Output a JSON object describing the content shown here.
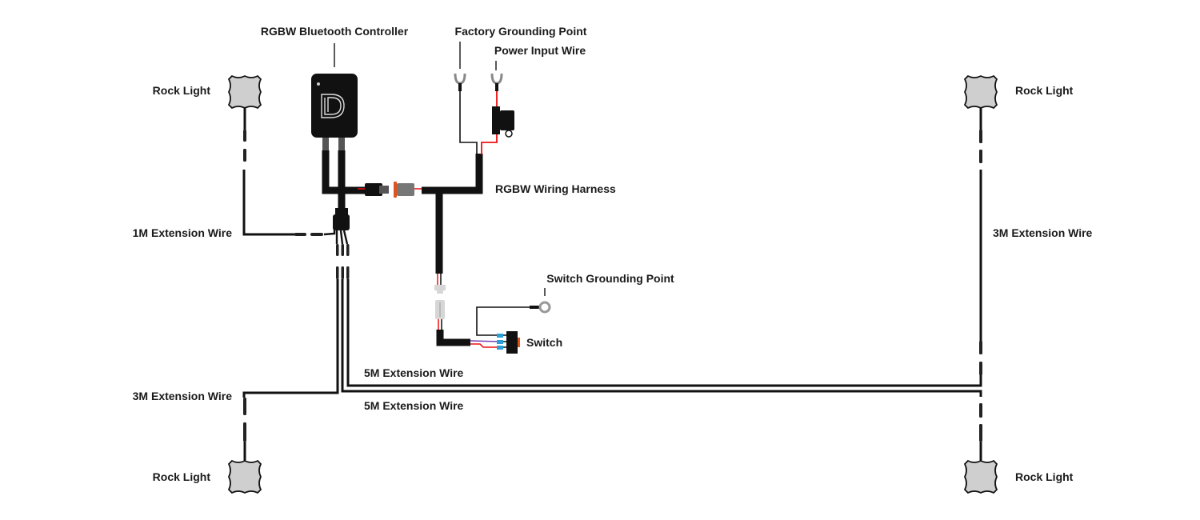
{
  "diagram": {
    "title": "RGBW Bluetooth Rock Light Wiring Diagram",
    "labels": {
      "controller": "RGBW Bluetooth Controller",
      "factory_ground": "Factory Grounding Point",
      "power_input": "Power Input Wire",
      "harness": "RGBW Wiring Harness",
      "switch_ground": "Switch Grounding Point",
      "switch": "Switch",
      "rock_light_tl": "Rock Light",
      "rock_light_tr": "Rock Light",
      "rock_light_bl": "Rock Light",
      "rock_light_br": "Rock Light",
      "ext_1m": "1M Extension Wire",
      "ext_3m_left": "3M Extension Wire",
      "ext_3m_right": "3M Extension Wire",
      "ext_5m_upper": "5M Extension Wire",
      "ext_5m_lower": "5M Extension Wire"
    },
    "colors": {
      "wire": "#111111",
      "power_wire": "#e11111",
      "light_body": "#cfcfcf",
      "connector_accent": "#e0531c",
      "switch_terminal": "#2a9fd6",
      "switch_wire_purple": "#7b3fb5"
    }
  }
}
